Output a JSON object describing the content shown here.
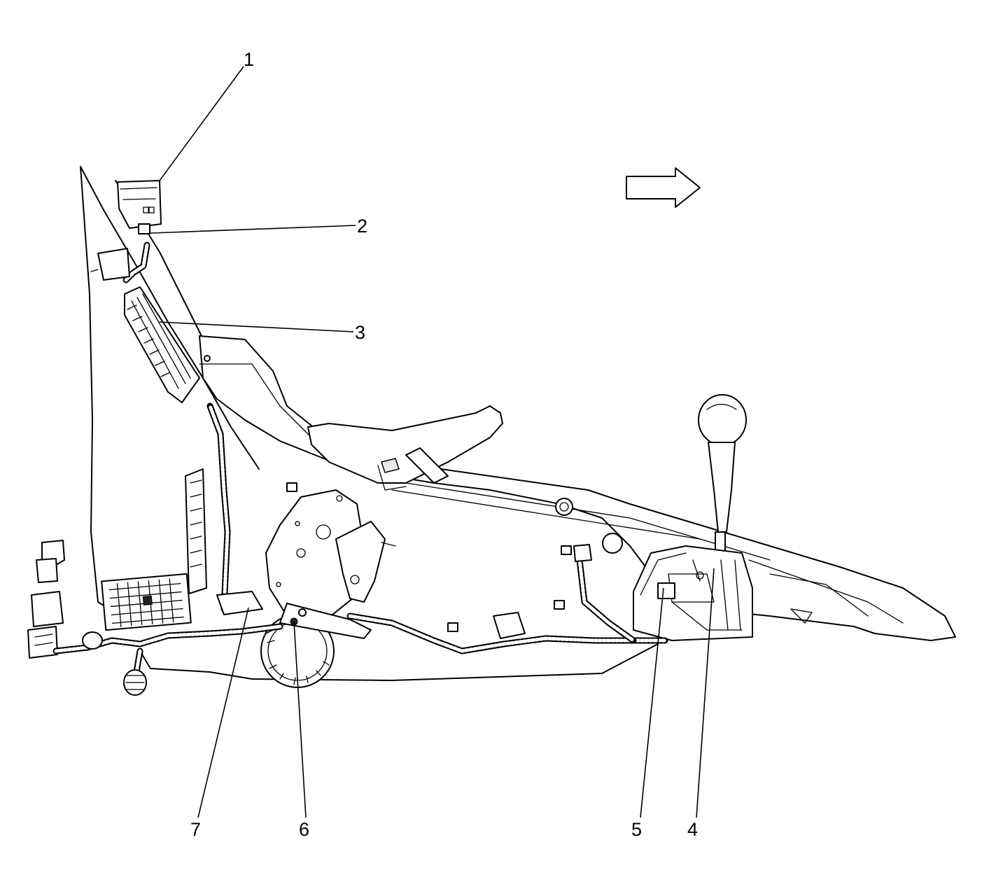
{
  "callouts": [
    {
      "id": "1",
      "label": "1"
    },
    {
      "id": "2",
      "label": "2"
    },
    {
      "id": "3",
      "label": "3"
    },
    {
      "id": "4",
      "label": "4"
    },
    {
      "id": "5",
      "label": "5"
    },
    {
      "id": "6",
      "label": "6"
    },
    {
      "id": "7",
      "label": "7"
    }
  ],
  "icons": {
    "direction_arrow": "arrow-right-icon"
  }
}
